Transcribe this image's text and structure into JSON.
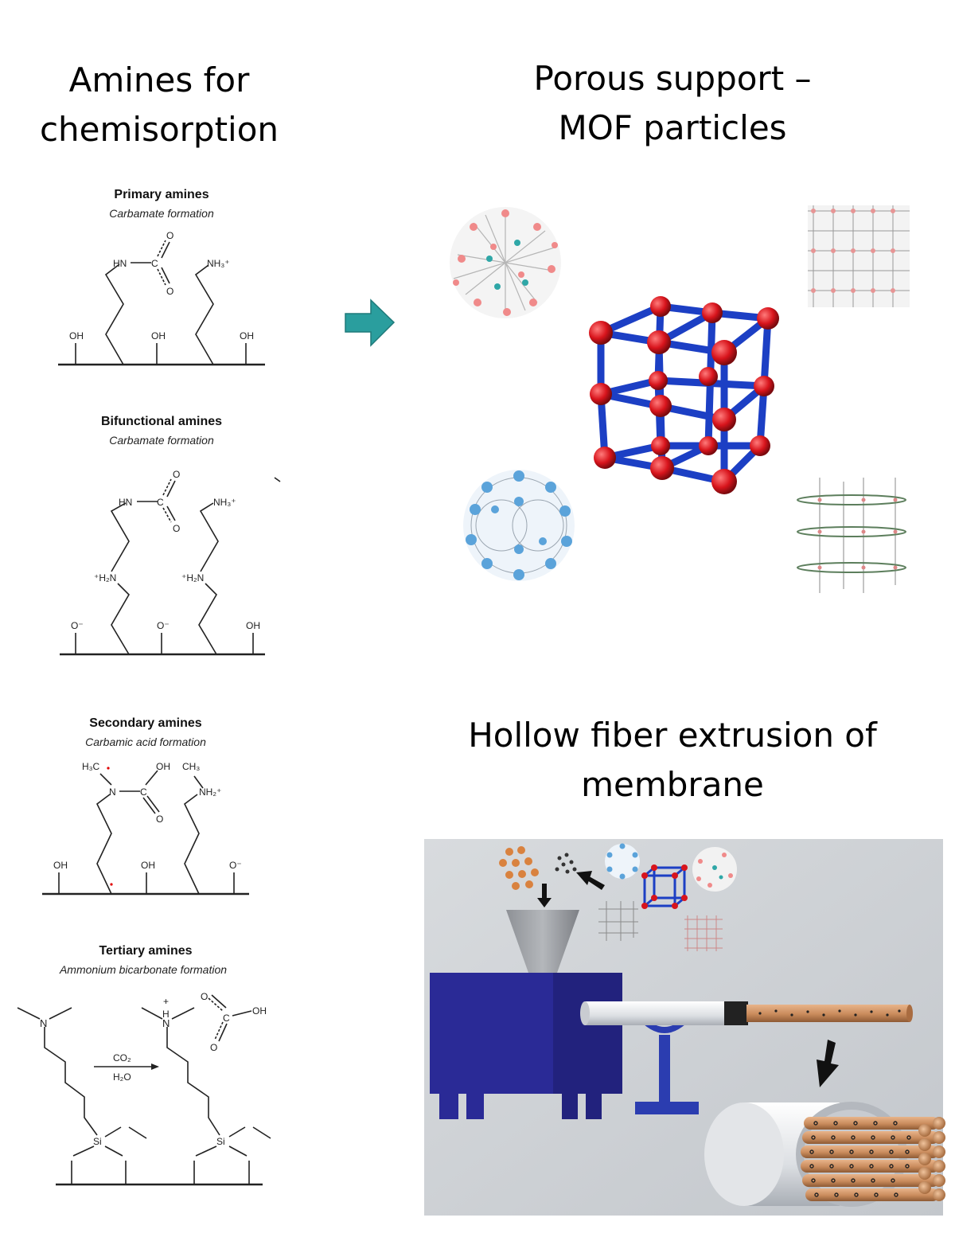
{
  "headings": {
    "amines": [
      "Amines for",
      "chemisorption"
    ],
    "mof": [
      "Porous support –",
      "MOF particles"
    ],
    "fiber": [
      "Hollow fiber extrusion of",
      "membrane"
    ]
  },
  "amines": {
    "primary": {
      "title": "Primary amines",
      "subtitle": "Carbamate formation",
      "labels": {
        "hn": "HN",
        "c": "C",
        "o_top": "O",
        "o_bottom": "O",
        "nh3": "NH₃⁺",
        "oh1": "OH",
        "oh2": "OH",
        "oh3": "OH"
      }
    },
    "bifunctional": {
      "title": "Bifunctional amines",
      "subtitle": "Carbamate formation",
      "labels": {
        "hn": "HN",
        "c": "C",
        "o_top": "O",
        "o_bottom": "O",
        "nh3": "NH₃⁺",
        "h2n1": "⁺H₂N",
        "h2n2": "⁺H₂N",
        "o1": "O⁻",
        "o2": "O⁻",
        "oh": "OH"
      }
    },
    "secondary": {
      "title": "Secondary amines",
      "subtitle": "Carbamic acid formation",
      "labels": {
        "h3c": "H₃C",
        "n": "N",
        "c": "C",
        "oh_top": "OH",
        "ch3": "CH₃",
        "nh2": "NH₂⁺",
        "o_bottom": "O",
        "oh1": "OH",
        "oh2": "OH",
        "o_end": "O⁻"
      }
    },
    "tertiary": {
      "title": "Tertiary amines",
      "subtitle": "Ammonium bicarbonate formation",
      "labels": {
        "n_left": "N",
        "n_right": "N",
        "h": "H",
        "plus": "+",
        "co2": "CO₂",
        "h2o": "H₂O",
        "c": "C",
        "o_top": "O",
        "o_bottom": "O",
        "oh": "OH",
        "si1": "Si",
        "si2": "Si",
        "o": "O"
      }
    }
  },
  "colors": {
    "arrow_teal": "#2a9e9e",
    "mof_node_red": "#d8141c",
    "mof_strut_blue": "#1c3fc4",
    "extruder_blue": "#2a2a96",
    "fiber_copper": "#c98b5c",
    "scene_bg": "#cfd2d6"
  }
}
